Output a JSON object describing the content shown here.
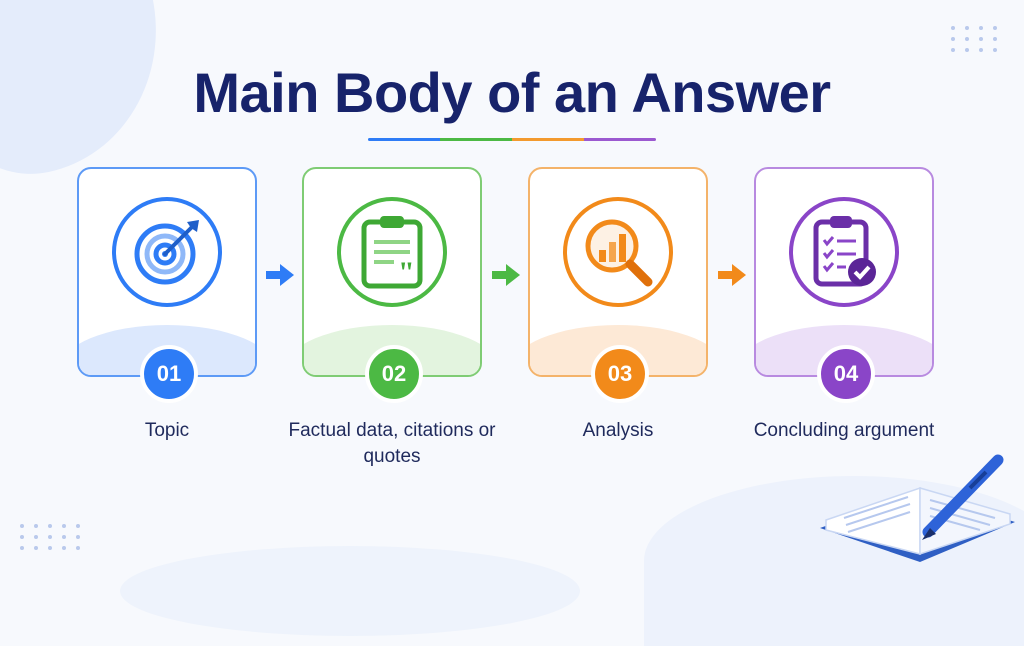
{
  "title": "Main Body of an Answer",
  "steps": [
    {
      "number": "01",
      "label": "Topic",
      "icon": "target-icon",
      "color": "#2e7cf6"
    },
    {
      "number": "02",
      "label": "Factual data, citations or quotes",
      "icon": "clipboard-quote-icon",
      "color": "#4cb944"
    },
    {
      "number": "03",
      "label": "Analysis",
      "icon": "magnifier-chart-icon",
      "color": "#f28a1a"
    },
    {
      "number": "04",
      "label": "Concluding argument",
      "icon": "checklist-icon",
      "color": "#8a45c8"
    }
  ]
}
